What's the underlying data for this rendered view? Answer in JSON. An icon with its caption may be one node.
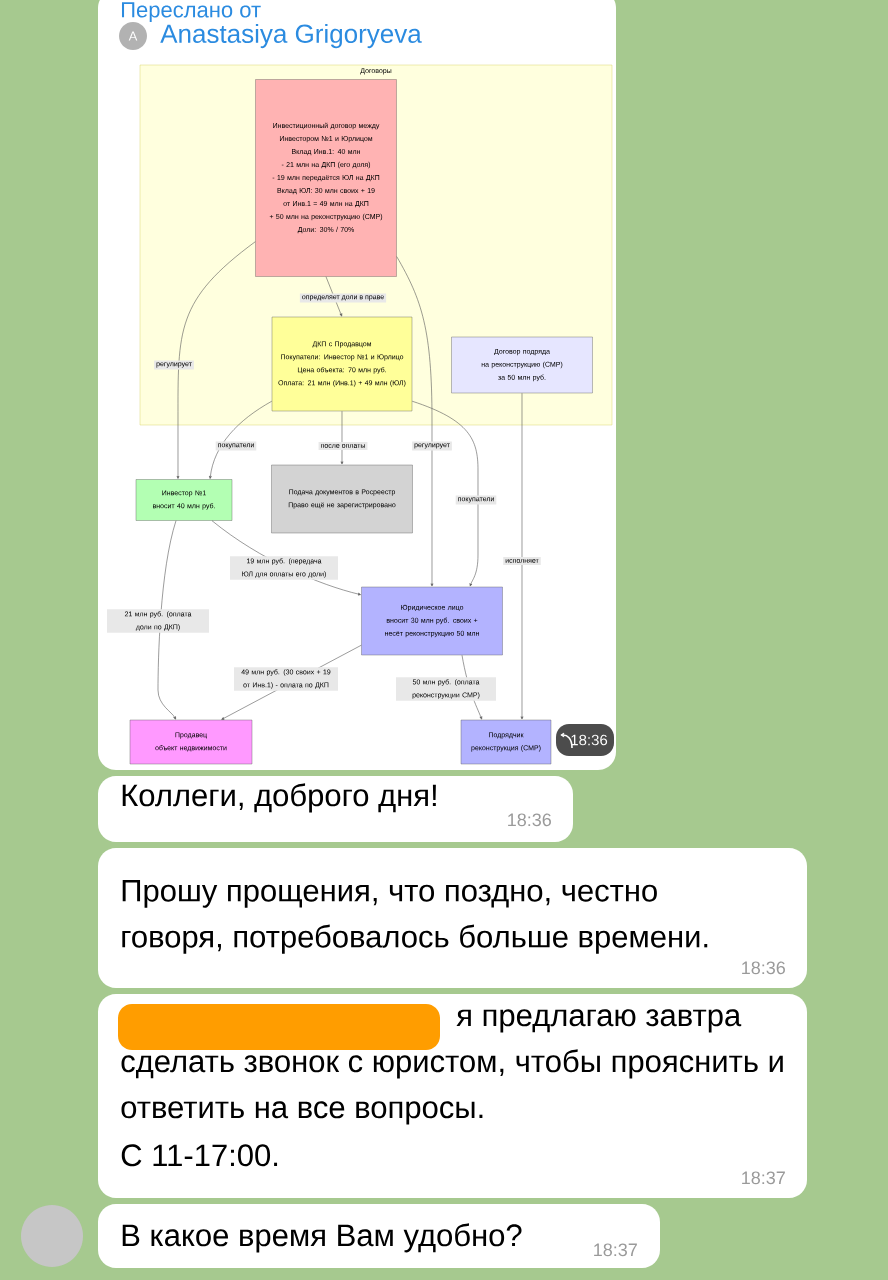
{
  "diagram": {
    "nodes": [
      {
        "text": [
          "Договоры"
        ]
      },
      {
        "text": [
          "Инвестиционный договор между Инвестором №1 и Юрлицом",
          "Вклад Инв.1: 40 млн",
          "- 21 млн на ДКП (его доля)",
          "- 19 млн передаётся ЮЛ на ДКП",
          "Вклад ЮЛ: 30 млн своих + 19 от Инв.1 = 49 млн на ДКП",
          "+ 50 млн на реконструкцию (СМР)",
          "Доли: 30% / 70%"
        ],
        "in": 0
      },
      {
        "text": [
          "ДКП с Продавцом",
          "Покупатели: Инвестор №1 и Юрлицо",
          "Цена объекта: 70 млн руб.",
          "Оплата: 21 млн (Инв.1) + 49 млн (ЮЛ)"
        ],
        "in": 0
      },
      {
        "text": [
          "Договор подряда",
          "на реконструкцию (СМР)",
          "за 50 млн руб."
        ],
        "in": 0
      },
      {
        "text": [
          "Инвестор №1",
          "вносит 40 млн руб."
        ]
      },
      {
        "text": [
          "Подача документов в Росреестр",
          "Право ещё не зарегистрировано"
        ]
      },
      {
        "text": [
          "Юридическое лицо",
          "вносит 30 млн руб. своих + несёт реконструкцию 50 млн"
        ]
      },
      {
        "text": [
          "Продавец",
          "объект недвижимости"
        ]
      },
      {
        "text": [
          "Подрядчик",
          "реконструкция (СМР)"
        ]
      }
    ],
    "edges": [
      {
        "from": 1,
        "to": 2,
        "arrow": "to",
        "label": "определяет доли в праве"
      },
      {
        "from": 1,
        "to": 4,
        "arrow": "to",
        "label": "регулирует"
      },
      {
        "from": 1,
        "to": 6,
        "arrow": "to",
        "label": "регулирует"
      },
      {
        "from": 2,
        "to": 4,
        "arrow": "to",
        "label": "покупатели"
      },
      {
        "from": 2,
        "to": 5,
        "arrow": "to",
        "label": "после оплаты"
      },
      {
        "from": 2,
        "to": 6,
        "arrow": "to",
        "label": "покупатели"
      },
      {
        "from": 3,
        "to": 8,
        "arrow": "to",
        "label": "исполняет"
      },
      {
        "from": 4,
        "to": 6,
        "arrow": "to",
        "label": "19 млн руб. (передача ЮЛ для оплаты его доли)"
      },
      {
        "from": 4,
        "to": 7,
        "arrow": "to",
        "label": "21 млн руб. (оплата доли по ДКП)"
      },
      {
        "from": 6,
        "to": 7,
        "arrow": "to",
        "label": "49 млн руб. (30 своих + 19 от Инв.1) - оплата по ДКП"
      },
      {
        "from": 6,
        "to": 8,
        "arrow": "to",
        "label": "50 млн руб. (оплата реконструкции СМР)"
      }
    ],
    "labels": [
      "Переслано от",
      "A",
      "Anastasiya Grigoryeva",
      "18:36",
      "Коллеги, доброго дня!",
      "18:36",
      "Прошу прощения, что поздно, честно говоря, потребовалось больше времени.",
      "18:36",
      "я предлагаю завтра сделать звонок с юристом, чтобы прояснить и ответить на все вопросы.",
      "С 11-17:00.",
      "18:37",
      "В какое время Вам удобно?",
      "18:37"
    ]
  }
}
